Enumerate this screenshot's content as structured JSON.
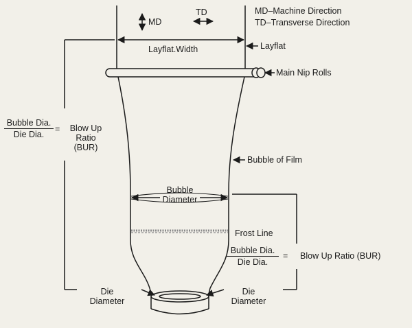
{
  "legend": {
    "md_short": "MD",
    "td_short": "TD",
    "md_full": "MD–Machine Direction",
    "td_full": "TD–Transverse Direction"
  },
  "labels": {
    "layflat_width": "Layflat.Width",
    "layflat": "Layflat",
    "main_nip_rolls": "Main Nip Rolls",
    "bubble_of_film": "Bubble of Film",
    "bubble_diameter_line1": "Bubble",
    "bubble_diameter_line2": "Diameter",
    "frost_line": "Frost Line",
    "die_diameter_left_line1": "Die",
    "die_diameter_left_line2": "Diameter",
    "die_diameter_right_line1": "Die",
    "die_diameter_right_line2": "Diameter"
  },
  "left_formula": {
    "numerator": "Bubble Dia.",
    "denominator": "Die Dia.",
    "equals": "=",
    "result_line1": "Blow Up",
    "result_line2": "Ratio",
    "result_line3": "(BUR)"
  },
  "right_formula": {
    "numerator": "Bubble Dia.",
    "denominator": "Die Dia.",
    "equals": "=",
    "result": "Blow Up Ratio (BUR)"
  },
  "colors": {
    "ink": "#1b1b1b",
    "paper": "#f2f0e9",
    "frost": "#8a8a8a"
  }
}
